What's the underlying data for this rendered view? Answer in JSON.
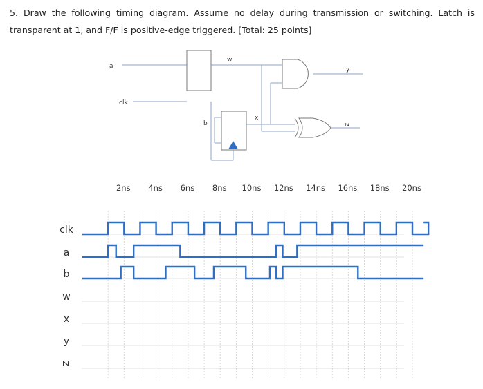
{
  "question": {
    "text": "5. Draw the following timing diagram. Assume no delay during transmission or switching. Latch is transparent at 1, and F/F is positive-edge triggered. [Total: 25 points]"
  },
  "circuit": {
    "labels": {
      "a": "a",
      "clk": "clk",
      "b": "b",
      "w": "w",
      "x": "x",
      "y": "y",
      "z": "z"
    }
  },
  "timing": {
    "time_labels": [
      "2ns",
      "4ns",
      "6ns",
      "8ns",
      "10ns",
      "12ns",
      "14ns",
      "16ns",
      "18ns",
      "20ns"
    ],
    "signal_names": [
      "clk",
      "a",
      "b",
      "w",
      "x",
      "y",
      "z"
    ],
    "waveforms": {
      "clk": [
        [
          0,
          0
        ],
        [
          1,
          1
        ],
        [
          2,
          0
        ],
        [
          3,
          1
        ],
        [
          4,
          0
        ],
        [
          5,
          1
        ],
        [
          6,
          0
        ],
        [
          7,
          1
        ],
        [
          8,
          0
        ],
        [
          9,
          1
        ],
        [
          10,
          0
        ],
        [
          11,
          1
        ],
        [
          12,
          0
        ],
        [
          13,
          1
        ],
        [
          14,
          0
        ],
        [
          15,
          1
        ],
        [
          16,
          0
        ],
        [
          17,
          1
        ],
        [
          18,
          0
        ],
        [
          19,
          1
        ],
        [
          20,
          0
        ],
        [
          21,
          1
        ]
      ],
      "a": [
        [
          0,
          0
        ],
        [
          1,
          1
        ],
        [
          1.5,
          0
        ],
        [
          2.6,
          1
        ],
        [
          5.5,
          0
        ],
        [
          11.5,
          1
        ],
        [
          11.9,
          0
        ],
        [
          12.8,
          1
        ]
      ],
      "b": [
        [
          0,
          0
        ],
        [
          1.8,
          1
        ],
        [
          2.6,
          0
        ],
        [
          4.6,
          1
        ],
        [
          6.4,
          0
        ],
        [
          7.6,
          1
        ],
        [
          9.6,
          0
        ],
        [
          11.1,
          1
        ],
        [
          11.5,
          0
        ],
        [
          11.9,
          1
        ],
        [
          16.6,
          0
        ]
      ]
    },
    "line_color": "#2e6fc4"
  }
}
